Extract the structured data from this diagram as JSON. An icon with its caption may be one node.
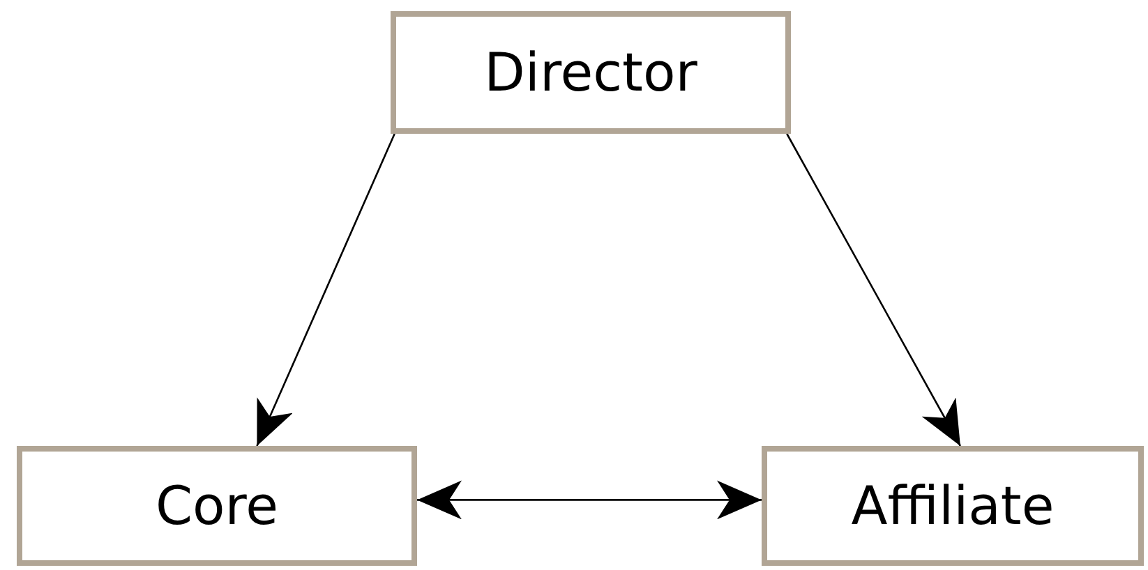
{
  "diagram": {
    "nodes": [
      {
        "text": [
          "Director"
        ]
      },
      {
        "text": [
          "Core"
        ]
      },
      {
        "text": [
          "Affiliate"
        ]
      }
    ],
    "edges": [
      {
        "from": 0,
        "to": 1,
        "arrow": "to"
      },
      {
        "from": 0,
        "to": 2,
        "arrow": "to"
      },
      {
        "from": 1,
        "to": 2,
        "arrow": "both"
      }
    ]
  }
}
